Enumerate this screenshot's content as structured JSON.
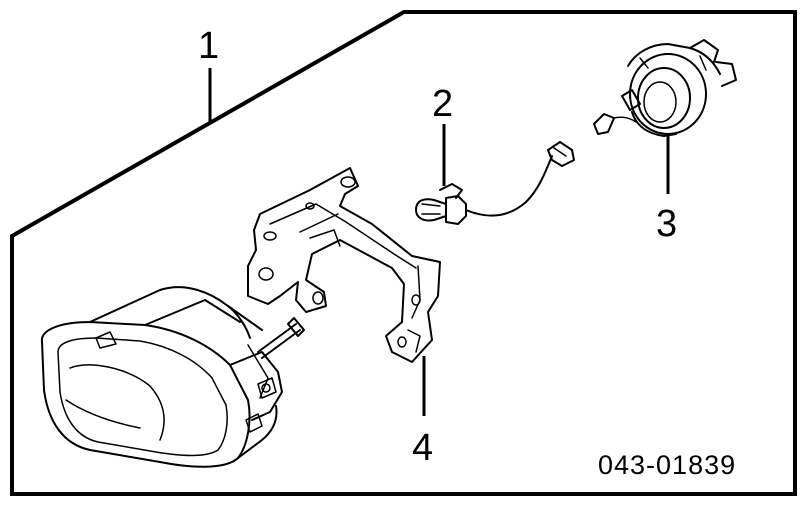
{
  "callouts": {
    "c1": "1",
    "c2": "2",
    "c3": "3",
    "c4": "4"
  },
  "diagram_code": "043-01839",
  "parts": {
    "fog-lamp": {
      "icon": "fog-lamp-icon"
    },
    "bulb": {
      "icon": "bulb-icon"
    },
    "socket": {
      "icon": "socket-icon"
    },
    "bracket": {
      "icon": "bracket-icon"
    }
  }
}
